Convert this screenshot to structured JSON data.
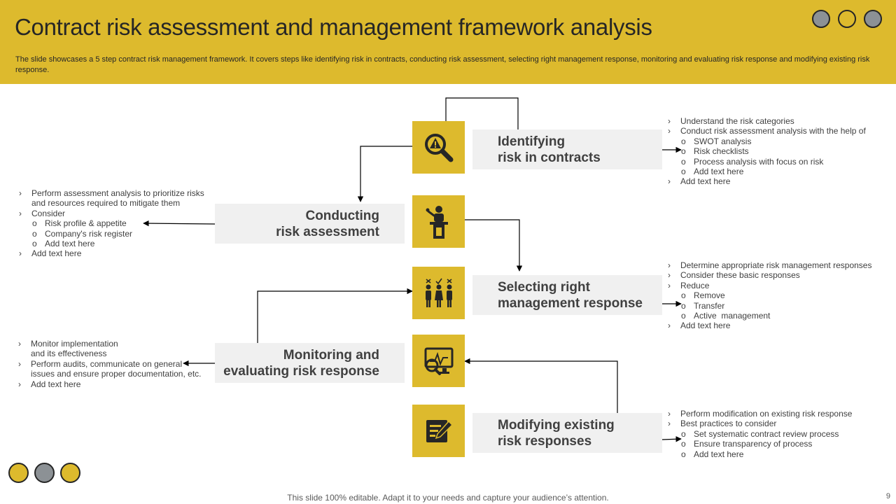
{
  "header": {
    "title": "Contract risk assessment and management framework analysis",
    "subtitle": "The slide showcases a 5 step contract risk management framework. It covers steps like identifying risk in contracts, conducting risk assessment, selecting right management response, monitoring and evaluating risk response and modifying existing risk response."
  },
  "colors": {
    "accent": "#DDBA2D",
    "gray": "#8C9195",
    "label_bg": "#F0F0F0",
    "text": "#404040"
  },
  "steps": [
    {
      "icon": "magnifier-warning-icon",
      "title_lines": [
        "Identifying",
        "risk in contracts"
      ],
      "bullets": [
        {
          "level": 1,
          "text": "Understand the risk categories"
        },
        {
          "level": 1,
          "text": "Conduct risk assessment analysis with the help of"
        },
        {
          "level": 2,
          "text": "SWOT analysis"
        },
        {
          "level": 2,
          "text": "Risk checklists"
        },
        {
          "level": 2,
          "text": "Process analysis with focus on risk"
        },
        {
          "level": 2,
          "text": "Add text here"
        },
        {
          "level": 1,
          "text": "Add text here"
        }
      ]
    },
    {
      "icon": "speaker-podium-icon",
      "title_lines": [
        "Conducting",
        "risk assessment"
      ],
      "bullets": [
        {
          "level": 1,
          "text": "Perform assessment analysis to prioritize risks and resources required to mitigate them"
        },
        {
          "level": 1,
          "text": "Consider"
        },
        {
          "level": 2,
          "text": "Risk profile & appetite"
        },
        {
          "level": 2,
          "text": "Company's risk register"
        },
        {
          "level": 2,
          "text": "Add text here"
        },
        {
          "level": 1,
          "text": "Add text here"
        }
      ]
    },
    {
      "icon": "team-selection-icon",
      "title_lines": [
        "Selecting right",
        "management response"
      ],
      "bullets": [
        {
          "level": 1,
          "text": "Determine appropriate risk management responses"
        },
        {
          "level": 1,
          "text": "Consider these basic responses"
        },
        {
          "level": 1,
          "text": "Reduce"
        },
        {
          "level": 2,
          "text": "Remove"
        },
        {
          "level": 2,
          "text": "Transfer"
        },
        {
          "level": 2,
          "text": "Active  management"
        },
        {
          "level": 1,
          "text": "Add text here"
        }
      ]
    },
    {
      "icon": "monitor-analytics-icon",
      "title_lines": [
        "Monitoring and",
        "evaluating risk response"
      ],
      "bullets": [
        {
          "level": 1,
          "text": "Monitor implementation and its effectiveness"
        },
        {
          "level": 1,
          "text": "Perform audits, communicate on general issues and ensure proper documentation, etc."
        },
        {
          "level": 1,
          "text": "Add text here"
        }
      ]
    },
    {
      "icon": "edit-document-icon",
      "title_lines": [
        "Modifying existing",
        "risk responses"
      ],
      "bullets": [
        {
          "level": 1,
          "text": "Perform modification on existing risk response"
        },
        {
          "level": 1,
          "text": "Best practices to consider"
        },
        {
          "level": 2,
          "text": "Set systematic contract review process"
        },
        {
          "level": 2,
          "text": "Ensure transparency of process"
        },
        {
          "level": 2,
          "text": "Add text here"
        }
      ]
    }
  ],
  "footer": {
    "text": "This slide 100% editable. Adapt it to your needs and capture your audience’s attention.",
    "page_number": "9"
  }
}
